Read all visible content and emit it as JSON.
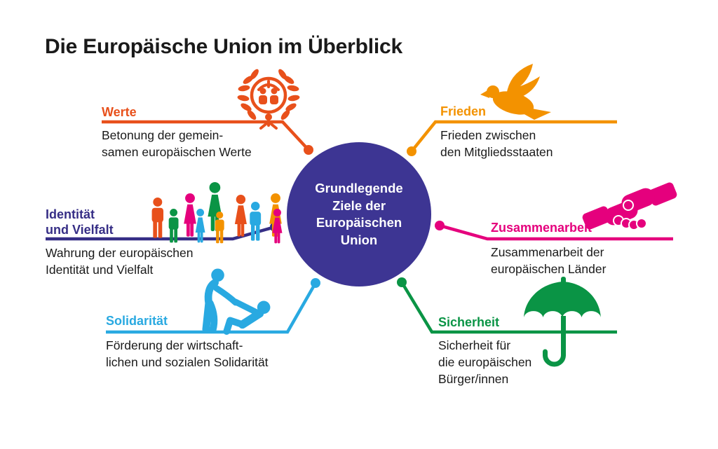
{
  "title": "Die Europäische Union im Überblick",
  "center": {
    "label": "Grundlegende\nZiele der\nEuropäischen\nUnion",
    "color": "#3D3593",
    "text_color": "#FFFFFF"
  },
  "topics": [
    {
      "label": "Werte",
      "description": "Betonung der gemein-\nsamen europäischen Werte",
      "color": "#E8501B",
      "icon": "community-emblem-icon"
    },
    {
      "label": "Frieden",
      "description": "Frieden zwischen\nden Mitgliedsstaaten",
      "color": "#F39200",
      "icon": "dove-icon"
    },
    {
      "label": "Identität\nund Vielfalt",
      "description": "Wahrung der europäischen\nIdentität und Vielfalt",
      "color": "#362E86",
      "icon": "people-group-icon",
      "icon_colors": [
        "#E8501B",
        "#0A9445",
        "#E5007D",
        "#29A9E1",
        "#0A9445",
        "#F39200",
        "#E8501B",
        "#29A9E1",
        "#F39200",
        "#E5007D"
      ]
    },
    {
      "label": "Zusammenarbeit",
      "description": "Zusammenarbeit der\neuropäischen Länder",
      "color": "#E5007D",
      "icon": "handshake-icon"
    },
    {
      "label": "Solidarität",
      "description": "Förderung der wirtschaft-\nlichen und sozialen Solidarität",
      "color": "#29A9E1",
      "icon": "helping-hand-icon"
    },
    {
      "label": "Sicherheit",
      "description": "Sicherheit für\ndie europäischen\nBürger/innen",
      "color": "#0A9445",
      "icon": "umbrella-icon"
    }
  ]
}
